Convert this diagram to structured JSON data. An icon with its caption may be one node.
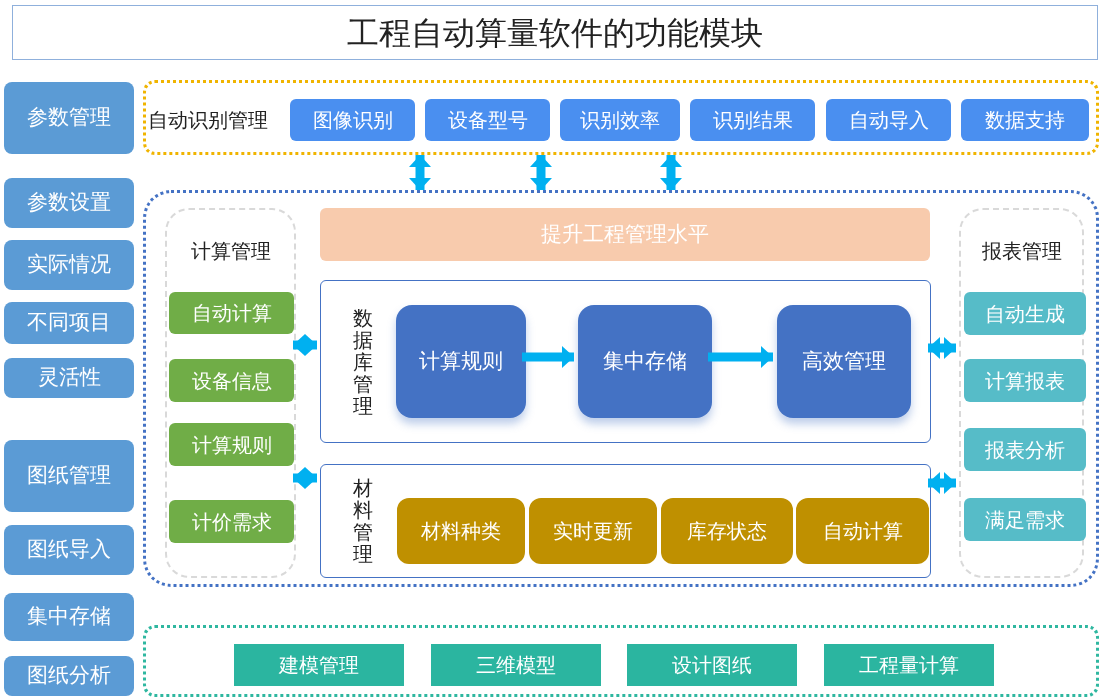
{
  "diagram": {
    "title": "工程自动算量软件的功能模块",
    "nodes": [
      {
        "text": [
          "参数管理"
        ]
      },
      {
        "text": [
          "参数设置"
        ]
      },
      {
        "text": [
          "实际情况"
        ]
      },
      {
        "text": [
          "不同项目"
        ]
      },
      {
        "text": [
          "灵活性"
        ]
      },
      {
        "text": [
          "图纸管理"
        ]
      },
      {
        "text": [
          "图纸导入"
        ]
      },
      {
        "text": [
          "集中存储"
        ]
      },
      {
        "text": [
          "图纸分析"
        ]
      },
      {
        "text": [
          "自动识别管理"
        ]
      },
      {
        "text": [
          "图像识别"
        ],
        "in": 9
      },
      {
        "text": [
          "设备型号"
        ],
        "in": 9
      },
      {
        "text": [
          "识别效率"
        ],
        "in": 9
      },
      {
        "text": [
          "识别结果"
        ],
        "in": 9
      },
      {
        "text": [
          "自动导入"
        ],
        "in": 9
      },
      {
        "text": [
          "数据支持"
        ],
        "in": 9
      },
      {
        "text": [],
        "shape": "box"
      },
      {
        "text": [
          "计算管理"
        ],
        "in": 16
      },
      {
        "text": [
          "自动计算"
        ],
        "in": 17
      },
      {
        "text": [
          "设备信息"
        ],
        "in": 17
      },
      {
        "text": [
          "计算规则"
        ],
        "in": 17
      },
      {
        "text": [
          "计价需求"
        ],
        "in": 17
      },
      {
        "text": [
          "提升工程管理水平"
        ],
        "in": 16
      },
      {
        "text": [
          "数据库管理"
        ],
        "in": 16
      },
      {
        "text": [
          "计算规则"
        ],
        "in": 23
      },
      {
        "text": [
          "集中存储"
        ],
        "in": 23
      },
      {
        "text": [
          "高效管理"
        ],
        "in": 23
      },
      {
        "text": [
          "材料管理"
        ],
        "in": 16
      },
      {
        "text": [
          "材料种类"
        ],
        "in": 27
      },
      {
        "text": [
          "实时更新"
        ],
        "in": 27
      },
      {
        "text": [
          "库存状态"
        ],
        "in": 27
      },
      {
        "text": [
          "自动计算"
        ],
        "in": 27
      },
      {
        "text": [
          "报表管理"
        ],
        "in": 16
      },
      {
        "text": [
          "自动生成"
        ],
        "in": 32
      },
      {
        "text": [
          "计算报表"
        ],
        "in": 32
      },
      {
        "text": [
          "报表分析"
        ],
        "in": 32
      },
      {
        "text": [
          "满足需求"
        ],
        "in": 32
      },
      {
        "text": [],
        "shape": "box"
      },
      {
        "text": [
          "建模管理"
        ],
        "in": 37
      },
      {
        "text": [
          "三维模型"
        ],
        "in": 37
      },
      {
        "text": [
          "设计图纸"
        ],
        "in": 37
      },
      {
        "text": [
          "工程量计算"
        ],
        "in": 37
      }
    ],
    "edges": [
      {
        "from": 9,
        "to": 16,
        "arrow": "both"
      },
      {
        "from": 9,
        "to": 16,
        "arrow": "both"
      },
      {
        "from": 9,
        "to": 16,
        "arrow": "both"
      },
      {
        "from": 17,
        "to": 23,
        "arrow": "both"
      },
      {
        "from": 17,
        "to": 27,
        "arrow": "both"
      },
      {
        "from": 23,
        "to": 32,
        "arrow": "both"
      },
      {
        "from": 27,
        "to": 32,
        "arrow": "both"
      },
      {
        "from": 24,
        "to": 25,
        "arrow": "to"
      },
      {
        "from": 25,
        "to": 26,
        "arrow": "to"
      }
    ]
  }
}
